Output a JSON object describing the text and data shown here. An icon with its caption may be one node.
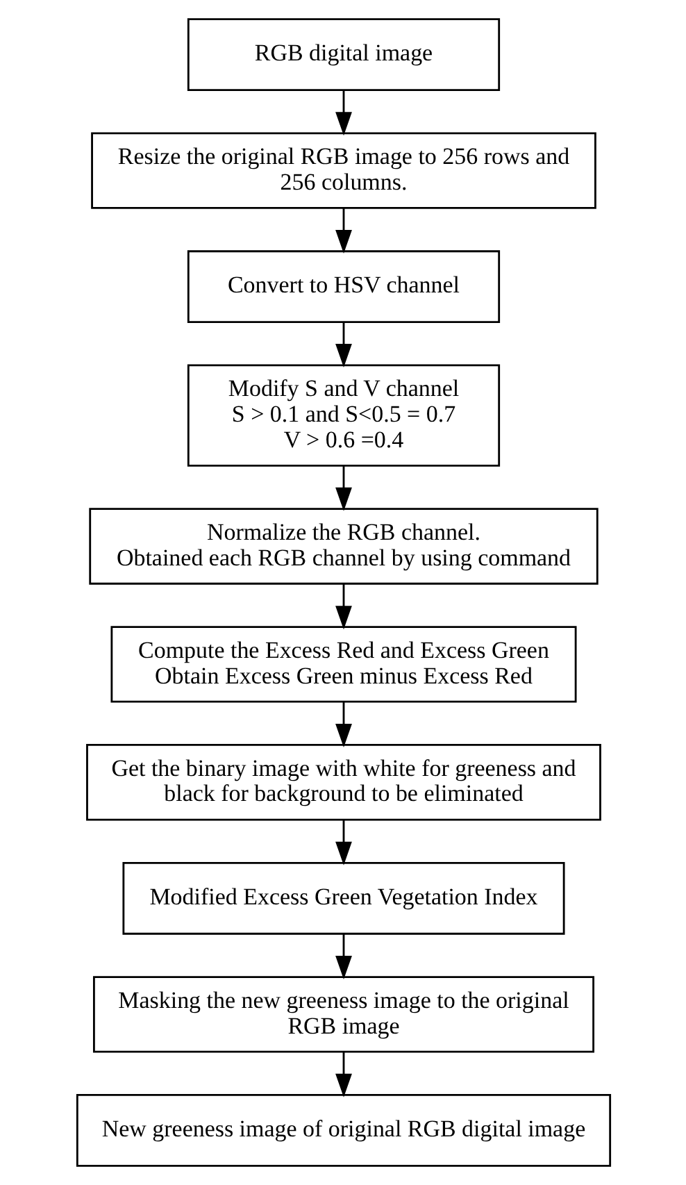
{
  "diagram": {
    "nodes": [
      {
        "text": [
          "RGB digital image"
        ]
      },
      {
        "text": [
          "Resize the original RGB image to 256 rows and 256 columns."
        ]
      },
      {
        "text": [
          "Convert to HSV channel"
        ]
      },
      {
        "text": [
          "Modify S and V channel",
          "S > 0.1 and S<0.5 = 0.7",
          "V > 0.6 =0.4"
        ]
      },
      {
        "text": [
          "Normalize the RGB channel.",
          "Obtained each RGB channel by using command"
        ]
      },
      {
        "text": [
          "Compute the Excess Red and Excess Green",
          "Obtain Excess Green minus Excess Red"
        ]
      },
      {
        "text": [
          "Get the binary image with white for greeness and black for background to be eliminated"
        ]
      },
      {
        "text": [
          "Modified Excess Green Vegetation Index"
        ]
      },
      {
        "text": [
          "Masking the new greeness image to the original RGB image"
        ]
      },
      {
        "text": [
          "New greeness image of original RGB digital image"
        ]
      }
    ],
    "edges": [
      {
        "from": 0,
        "to": 1,
        "arrow": "to"
      },
      {
        "from": 1,
        "to": 2,
        "arrow": "to"
      },
      {
        "from": 2,
        "to": 3,
        "arrow": "to"
      },
      {
        "from": 3,
        "to": 4,
        "arrow": "to"
      },
      {
        "from": 4,
        "to": 5,
        "arrow": "to"
      },
      {
        "from": 5,
        "to": 6,
        "arrow": "to"
      },
      {
        "from": 6,
        "to": 7,
        "arrow": "to"
      },
      {
        "from": 7,
        "to": 8,
        "arrow": "to"
      },
      {
        "from": 8,
        "to": 9,
        "arrow": "to"
      }
    ]
  }
}
